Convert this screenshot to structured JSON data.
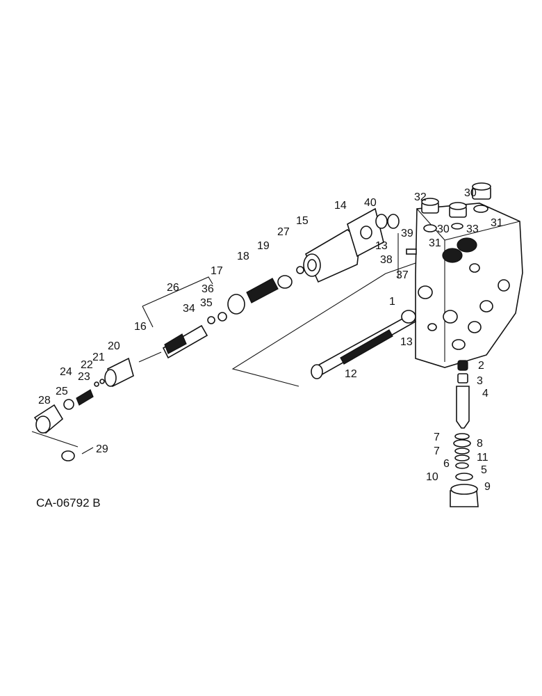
{
  "diagram": {
    "reference_code": "CA-06792 B",
    "callouts": [
      "1",
      "2",
      "3",
      "4",
      "5",
      "6",
      "7",
      "7",
      "8",
      "9",
      "10",
      "11",
      "12",
      "13",
      "13",
      "14",
      "15",
      "16",
      "17",
      "18",
      "19",
      "20",
      "21",
      "22",
      "23",
      "24",
      "25",
      "26",
      "27",
      "28",
      "29",
      "30",
      "30",
      "31",
      "31",
      "32",
      "33",
      "34",
      "35",
      "36",
      "37",
      "38",
      "39",
      "40"
    ]
  }
}
